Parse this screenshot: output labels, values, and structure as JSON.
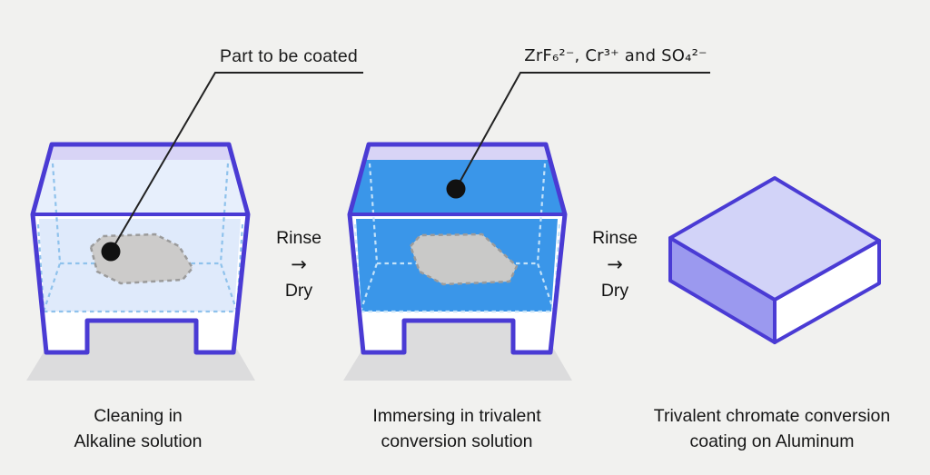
{
  "labels": {
    "part_callout": "Part to be coated",
    "chemicals_callout": "ZrF₆²⁻, Cr³⁺ and SO₄²⁻"
  },
  "steps": [
    {
      "caption_line1": "Cleaning in",
      "caption_line2": "Alkaline solution"
    },
    {
      "caption_line1": "Immersing in trivalent",
      "caption_line2": "conversion solution"
    },
    {
      "caption_line1": "Trivalent chromate conversion",
      "caption_line2": "coating on Aluminum"
    }
  ],
  "transitions": [
    {
      "top": "Rinse",
      "arrow": "→",
      "bottom": "Dry"
    },
    {
      "top": "Rinse",
      "arrow": "→",
      "bottom": "Dry"
    }
  ],
  "colors": {
    "background": "#f1f1ef",
    "outline_indigo": "#4a3bd4",
    "solution_blue": "#3a96e9",
    "pale_solution": "#dfeafb",
    "lavender_strip": "#d8d4f6",
    "box_top": "#d2d3f8",
    "box_left": "#9b99ef",
    "box_right": "#ffffff",
    "part_gray": "#cccbca",
    "part_dash": "#9b9b9b",
    "shadow_gray": "#dcdcdd",
    "text": "#1a1a1a"
  }
}
